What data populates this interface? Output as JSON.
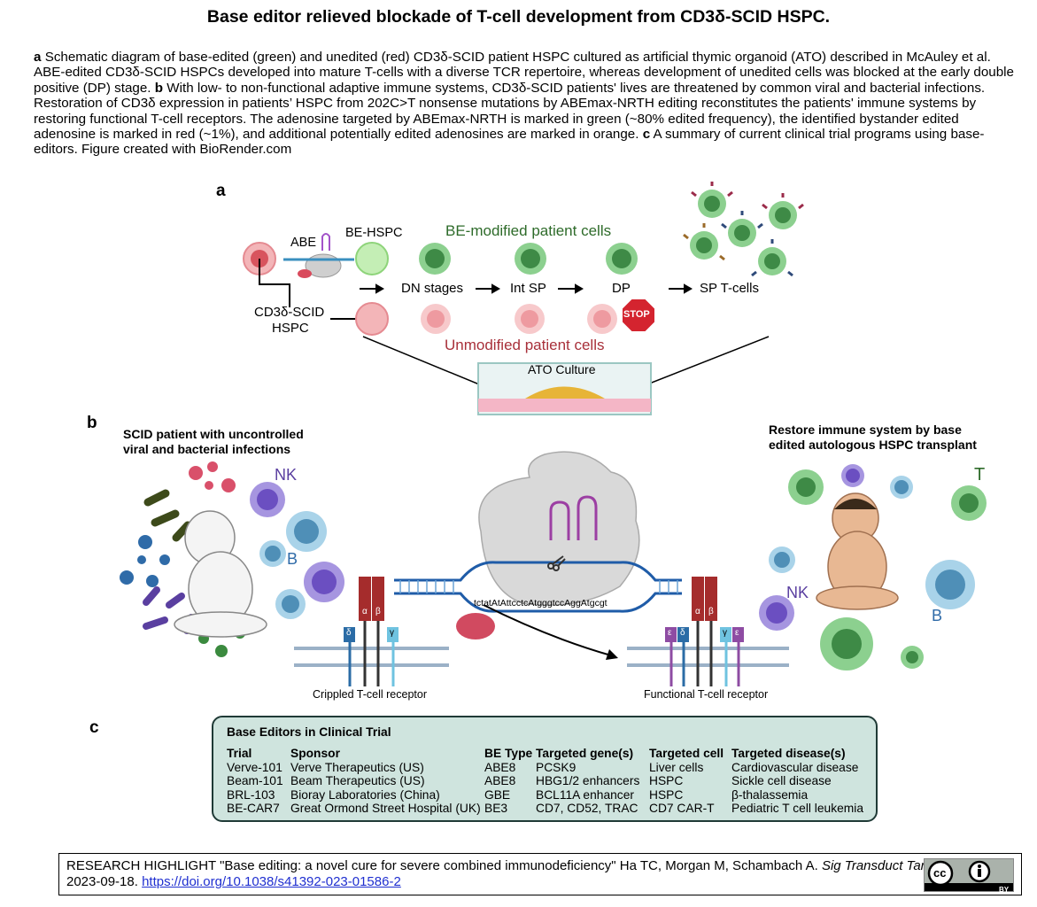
{
  "title": "Base editor relieved blockade of T-cell development from CD3δ-SCID HSPC.",
  "caption": {
    "a_letter": "a",
    "a_text": "Schematic diagram of base-edited (green) and unedited (red) CD3δ-SCID patient HSPC cultured as artificial thymic organoid (ATO) described in McAuley et al. ABE-edited CD3δ-SCID HSPCs developed into mature T-cells with a diverse TCR repertoire, whereas development of unedited cells was blocked at the early double positive (DP) stage.",
    "b_letter": "b",
    "b_text": "With low- to non-functional adaptive immune systems, CD3δ-SCID patients' lives are threatened by common viral and bacterial infections. Restoration of CD3δ expression in patients’ HSPC from 202C>T nonsense mutations by ABEmax-NRTH editing reconstitutes the patients' immune systems by restoring functional T-cell receptors. The adenosine targeted by ABEmax-NRTH is marked in green (~80% edited frequency), the identified bystander edited adenosine is marked in red (~1%), and additional potentially edited adenosines are marked in orange.",
    "c_letter": "c",
    "c_text": "A summary of current clinical trial programs using base-editors. Figure created with BioRender.com"
  },
  "panel_a": {
    "letter": "a",
    "abe": "ABE",
    "be_hspc": "BE-HSPC",
    "be_modified": "BE-modified patient cells",
    "dn_stages": "DN stages",
    "int_sp": "Int SP",
    "dp": "DP",
    "sp_tcells": "SP T-cells",
    "source_line1": "CD3δ-SCID",
    "source_line2": "HSPC",
    "stop": "STOP",
    "unmodified": "Unmodified patient cells",
    "ato": "ATO Culture"
  },
  "panel_b": {
    "letter": "b",
    "left_title_1": "SCID patient with uncontrolled",
    "left_title_2": "viral and bacterial infections",
    "right_title_1": "Restore immune system by base",
    "right_title_2": "edited autologous HSPC transplant",
    "nk_left": "NK",
    "b_left": "B",
    "t_right": "T",
    "nk_right": "NK",
    "b_right": "B",
    "sequence": "tctatAtAttcctcAtgggtccAggAtgcgt",
    "alpha": "α",
    "beta": "β",
    "delta": "δ",
    "gamma": "γ",
    "epsilon": "ε",
    "crippled": "Crippled T-cell receptor",
    "functional": "Functional T-cell receptor"
  },
  "panel_c": {
    "letter": "c",
    "table_title": "Base Editors in Clinical Trial",
    "headers": [
      "Trial",
      "Sponsor",
      "BE Type",
      "Targeted gene(s)",
      "Targeted cell",
      "Targeted disease(s)"
    ],
    "rows": [
      [
        "Verve-101",
        "Verve Therapeutics (US)",
        "ABE8",
        "PCSK9",
        "Liver cells",
        "Cardiovascular disease"
      ],
      [
        "Beam-101",
        "Beam Therapeutics (US)",
        "ABE8",
        "HBG1/2 enhancers",
        "HSPC",
        "Sickle cell disease"
      ],
      [
        "BRL-103",
        "Bioray Laboratories (China)",
        "GBE",
        "BCL11A enhancer",
        "HSPC",
        "β-thalassemia"
      ],
      [
        "BE-CAR7",
        "Great Ormond Street Hospital (UK)",
        "BE3",
        "CD7, CD52, TRAC",
        "CD7 CAR-T",
        "Pediatric T cell leukemia"
      ]
    ]
  },
  "footer": {
    "prefix": "RESEARCH HIGHLIGHT \"Base editing: a novel cure for severe combined immunodeficiency\" Ha TC, Morgan M, Schambach A. ",
    "journal": "Sig Transduct Target Ther",
    "date": ". 2023-09-18. ",
    "doi": "https://doi.org/10.1038/s41392-023-01586-2",
    "license_cc": "cc",
    "license_by": "BY"
  },
  "colors": {
    "green_cell": "#5fae66",
    "red_cell": "#e38b90",
    "table_bg": "#cfe4de",
    "green_text": "#2e6b2a",
    "red_text": "#a8303a",
    "link": "#1f2fd0"
  },
  "icons": [
    "stop-sign-icon",
    "scissors-icon",
    "cc-license-icon",
    "by-license-icon"
  ]
}
